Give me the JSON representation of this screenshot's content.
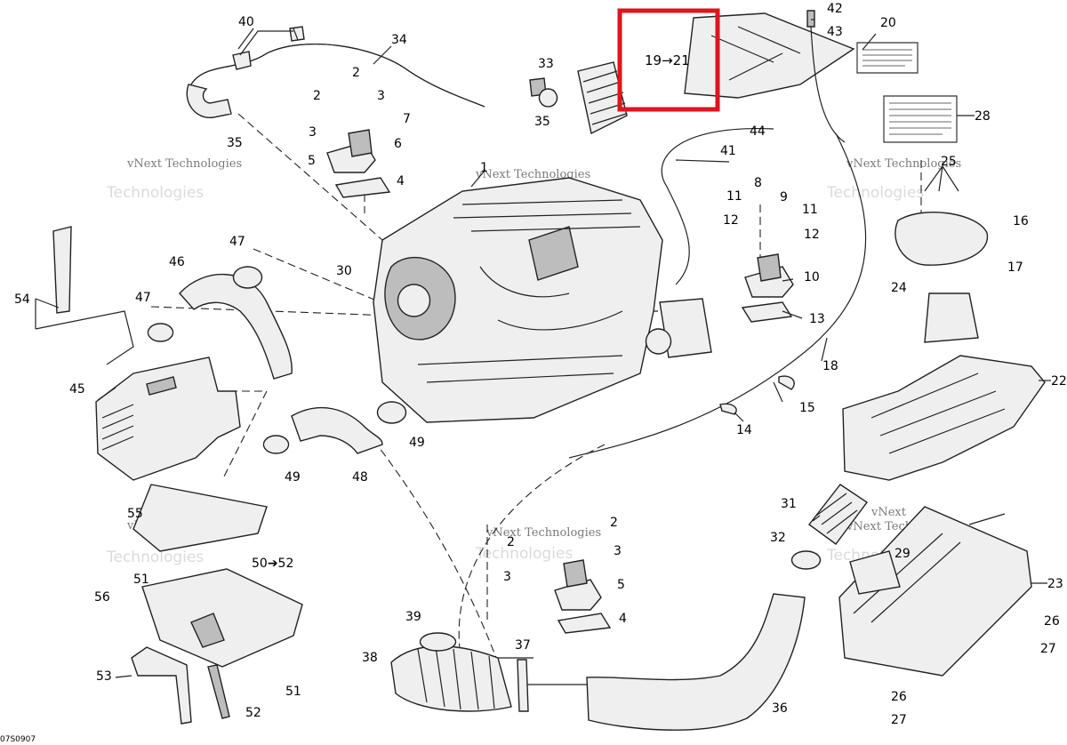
{
  "diagram_code": "07S0907",
  "highlight_label": "19→21",
  "watermark": {
    "line1": "vNext Technologies",
    "line2": "vNext",
    "line3": "Technologies"
  },
  "callouts": {
    "c1": "1",
    "c2a": "2",
    "c2b": "2",
    "c2c": "2",
    "c2d": "2",
    "c3a": "3",
    "c3b": "3",
    "c3c": "3",
    "c3d": "3",
    "c4a": "4",
    "c4b": "4",
    "c5a": "5",
    "c5b": "5",
    "c6": "6",
    "c7": "7",
    "c8": "8",
    "c9": "9",
    "c10": "10",
    "c11a": "11",
    "c11b": "11",
    "c12a": "12",
    "c12b": "12",
    "c13": "13",
    "c14": "14",
    "c15": "15",
    "c16": "16",
    "c17": "17",
    "c18": "18",
    "c20": "20",
    "c22": "22",
    "c23": "23",
    "c24": "24",
    "c25": "25",
    "c26a": "26",
    "c26b": "26",
    "c27a": "27",
    "c27b": "27",
    "c28": "28",
    "c29": "29",
    "c30": "30",
    "c31": "31",
    "c32": "32",
    "c33": "33",
    "c34": "34",
    "c35a": "35",
    "c35b": "35",
    "c36": "36",
    "c37": "37",
    "c38": "38",
    "c39": "39",
    "c40": "40",
    "c41": "41",
    "c42": "42",
    "c43": "43",
    "c44": "44",
    "c45": "45",
    "c46": "46",
    "c47a": "47",
    "c47b": "47",
    "c48": "48",
    "c49a": "49",
    "c49b": "49",
    "c50": "50➔52",
    "c51a": "51",
    "c51b": "51",
    "c52": "52",
    "c53": "53",
    "c54": "54",
    "c55": "55",
    "c56": "56"
  }
}
